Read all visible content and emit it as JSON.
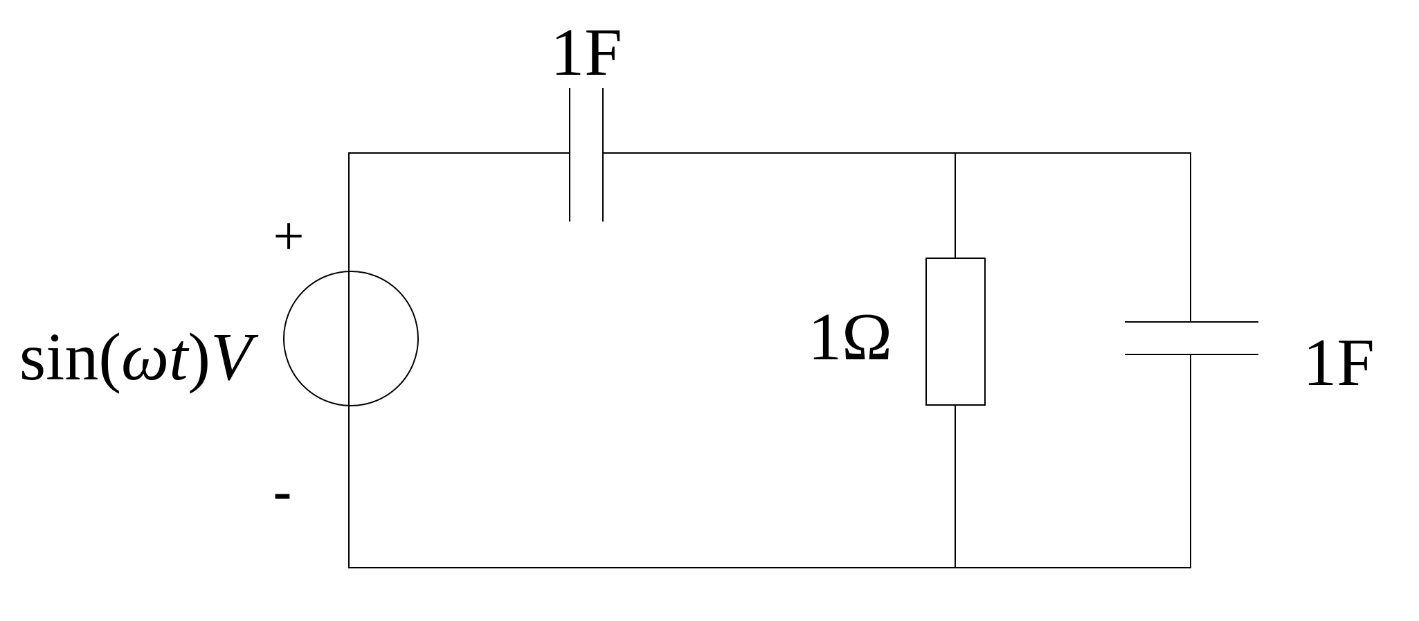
{
  "diagram": {
    "components": {
      "source": {
        "label_parts": [
          "sin(",
          "ωt",
          ")",
          "V"
        ],
        "plus_sign": "+",
        "minus_sign": "-"
      },
      "top_capacitor": {
        "label": "1F"
      },
      "resistor": {
        "label": "1Ω"
      },
      "right_capacitor": {
        "label": "1F"
      }
    }
  }
}
